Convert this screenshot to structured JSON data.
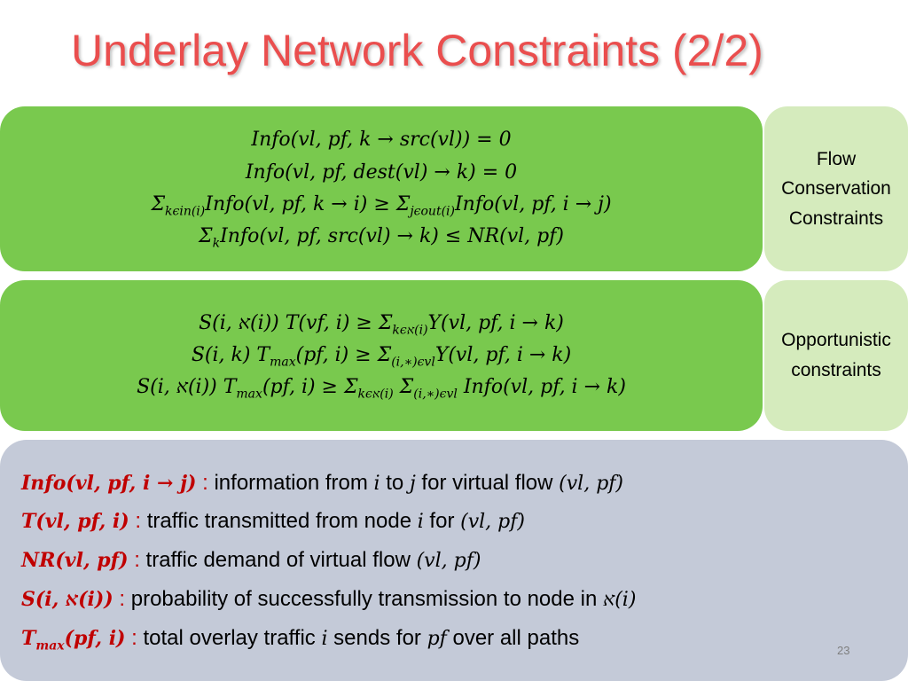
{
  "title": "Underlay Network Constraints (2/2)",
  "colors": {
    "title": "#ea4e4e",
    "green_panel": "#79c94e",
    "light_panel": "#d5ebbd",
    "gray_panel": "#c4cad8",
    "term": "#c00000"
  },
  "flow_conservation": {
    "label_lines": [
      "Flow",
      "Conservation",
      "Constraints"
    ],
    "equations": [
      {
        "main": "Info(vl, pf, k → src(vl)) = 0"
      },
      {
        "main": "Info(vl, pf, dest(vl) → k) = 0"
      },
      {
        "sum1": "Σ",
        "sub1": "kϵin(i)",
        "mid": "Info(vl, pf, k → i) ≥ Σ",
        "sub2": "jϵout(i)",
        "tail": "Info(vl, pf, i → j)"
      },
      {
        "sum1": "Σ",
        "sub1": "k",
        "tail": "Info(vl, pf, src(vl) → k) ≤ NR(vl, pf)"
      }
    ]
  },
  "opportunistic": {
    "label_lines": [
      "Opportunistic",
      "constraints"
    ],
    "equations": [
      {
        "a": "S(i, א(i)) T(vf, i) ≥ Σ",
        "s1": "kϵא(i)",
        "b": "Y(vl, pf, i → k)"
      },
      {
        "a": "S(i, k) T",
        "s1": "max",
        "b": "(pf, i)  ≥ Σ",
        "s2": "(i,∗)ϵvl",
        "c": "Y(vl, pf, i → k)"
      },
      {
        "a": "S(i, א(i)) T",
        "s1": "max",
        "b": "(pf, i)  ≥ Σ",
        "s2": "kϵא(i)",
        "c": " Σ",
        "s3": "(i,∗)ϵvl",
        "d": " Info(vl, pf, i → k)"
      }
    ]
  },
  "definitions": [
    {
      "term": "Info(vl, pf, i → j)",
      "sep": " : ",
      "parts": [
        "information from ",
        "i",
        " to ",
        "j",
        " for virtual flow ",
        "(vl, pf)"
      ]
    },
    {
      "term": "T(vl, pf, i)",
      "sep": " : ",
      "parts": [
        "traffic transmitted from node ",
        "i",
        " for ",
        "(vl, pf)"
      ]
    },
    {
      "term": "NR(vl, pf)",
      "sep": " : ",
      "parts": [
        "traffic demand of virtual flow ",
        "(vl, pf)"
      ]
    },
    {
      "term": "S(i, א(i))",
      "sep": " :  ",
      "parts": [
        "probability of successfully transmission to node in ",
        "א(i)"
      ]
    },
    {
      "term_a": "T",
      "term_sub": "max",
      "term_b": "(pf, i)",
      "sep": " : ",
      "parts": [
        "total overlay traffic ",
        "i",
        " sends for ",
        "pf",
        " over all paths"
      ]
    }
  ],
  "page_number": "23"
}
